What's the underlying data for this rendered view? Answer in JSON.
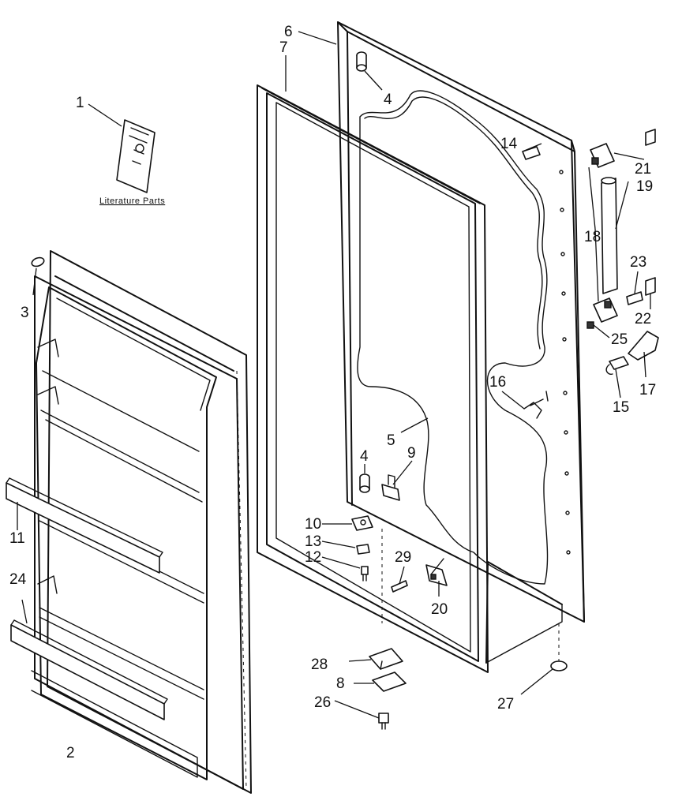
{
  "literature_label": "Literature Parts",
  "callouts": [
    {
      "id": "c1",
      "text": "1"
    },
    {
      "id": "c2",
      "text": "2"
    },
    {
      "id": "c3",
      "text": "3"
    },
    {
      "id": "c4a",
      "text": "4"
    },
    {
      "id": "c4b",
      "text": "4"
    },
    {
      "id": "c5",
      "text": "5"
    },
    {
      "id": "c6",
      "text": "6"
    },
    {
      "id": "c7",
      "text": "7"
    },
    {
      "id": "c8",
      "text": "8"
    },
    {
      "id": "c9",
      "text": "9"
    },
    {
      "id": "c10",
      "text": "10"
    },
    {
      "id": "c11",
      "text": "11"
    },
    {
      "id": "c12",
      "text": "12"
    },
    {
      "id": "c13",
      "text": "13"
    },
    {
      "id": "c14",
      "text": "14"
    },
    {
      "id": "c15",
      "text": "15"
    },
    {
      "id": "c16",
      "text": "16"
    },
    {
      "id": "c17",
      "text": "17"
    },
    {
      "id": "c18",
      "text": "18"
    },
    {
      "id": "c19",
      "text": "19"
    },
    {
      "id": "c20",
      "text": "20"
    },
    {
      "id": "c21",
      "text": "21"
    },
    {
      "id": "c22",
      "text": "22"
    },
    {
      "id": "c23",
      "text": "23"
    },
    {
      "id": "c24",
      "text": "24"
    },
    {
      "id": "c25",
      "text": "25"
    },
    {
      "id": "c26",
      "text": "26"
    },
    {
      "id": "c27",
      "text": "27"
    },
    {
      "id": "c28",
      "text": "28"
    },
    {
      "id": "c29",
      "text": "29"
    }
  ]
}
